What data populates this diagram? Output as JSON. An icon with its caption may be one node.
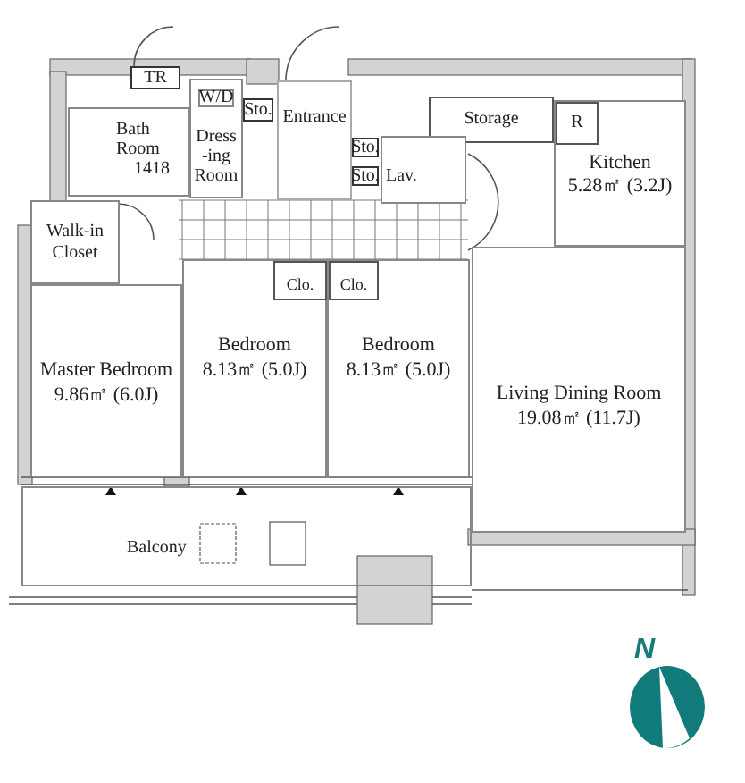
{
  "diagram": {
    "nodes": [
      {
        "text": [
          "TR"
        ]
      },
      {
        "text": [
          "W/D"
        ],
        "in": 3
      },
      {
        "text": [
          "Bath Room",
          "1418"
        ]
      },
      {
        "text": [
          "Dress -ing Room"
        ]
      },
      {
        "text": [
          "Sto."
        ]
      },
      {
        "text": [
          "Entrance"
        ]
      },
      {
        "text": [
          "Sto."
        ]
      },
      {
        "text": [
          "Sto."
        ]
      },
      {
        "text": [
          "Storage"
        ]
      },
      {
        "text": [
          "R"
        ],
        "in": 11
      },
      {
        "text": [
          "Lav."
        ]
      },
      {
        "text": [
          "Kitchen",
          "5.28㎡ (3.2J)"
        ]
      },
      {
        "text": [
          "Walk-in Closet"
        ]
      },
      {
        "text": [
          "Master Bedroom",
          "9.86㎡ (6.0J)"
        ]
      },
      {
        "text": [
          "Clo."
        ],
        "in": 16
      },
      {
        "text": [
          "Clo."
        ],
        "in": 17
      },
      {
        "text": [
          "Bedroom",
          "8.13㎡ (5.0J)"
        ]
      },
      {
        "text": [
          "Bedroom",
          "8.13㎡ (5.0J)"
        ]
      },
      {
        "text": [
          "Living Dining Room",
          "19.08㎡ (11.7J)"
        ]
      },
      {
        "text": [
          "Balcony"
        ]
      }
    ],
    "labels": [
      "N"
    ]
  }
}
